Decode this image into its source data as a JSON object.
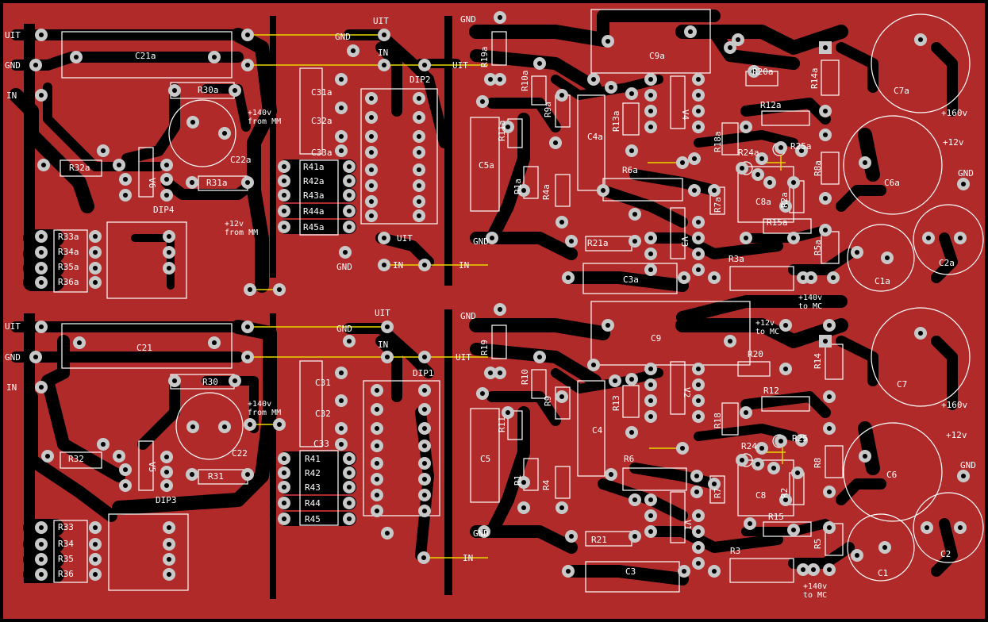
{
  "colors": {
    "copper": "#b02a2a",
    "isolation": "#000000",
    "pad": "#c8c8c8",
    "silk": "#ffffff",
    "airwire": "#e8d800"
  },
  "left_top": {
    "uit": "UIT",
    "gnd": "GND",
    "in": "IN",
    "c21": "C21a",
    "r30": "R30a",
    "cap_note": "+140v from MM",
    "c22": "C22a",
    "r32": "R32a",
    "v6": "V6",
    "r31": "R31a",
    "dip": "DIP4",
    "r33": "R33a",
    "r34": "R34a",
    "r35": "R35a",
    "r36": "R36a",
    "note12": "+12v from MM"
  },
  "left_bot": {
    "uit": "UIT",
    "gnd": "GND",
    "in": "IN",
    "c21": "C21",
    "r30": "R30",
    "cap_note": "+140v from MM",
    "c22": "C22",
    "r32": "R32",
    "v5": "V5",
    "r31": "R31",
    "dip": "DIP3",
    "r33": "R33",
    "r34": "R34",
    "r35": "R35",
    "r36": "R36"
  },
  "mid_top": {
    "uit": "UIT",
    "gnd": "GND",
    "in": "IN",
    "uit2": "UIT",
    "dip": "DIP2",
    "c31": "C31a",
    "c32": "C32a",
    "c33": "C33a",
    "r41": "R41a",
    "r42": "R42a",
    "r43": "R43a",
    "r44": "R44a",
    "r45": "R45a",
    "uit3": "UIT",
    "gnd2": "GND",
    "in2": "IN",
    "in3": "IN"
  },
  "mid_bot": {
    "uit": "UIT",
    "gnd": "GND",
    "in": "IN",
    "uit2": "UIT",
    "dip": "DIP1",
    "c31": "C31",
    "c32": "C32",
    "c33": "C33",
    "r41": "R41",
    "r42": "R42",
    "r43": "R43",
    "r44": "R44",
    "r45": "R45",
    "in3": "IN"
  },
  "right_top": {
    "gnd": "GND",
    "r19": "R19a",
    "r10": "R10a",
    "r11": "R11a",
    "r9": "R9a",
    "c5": "C5a",
    "r1": "R1a",
    "r4": "R4a",
    "c9": "C9a",
    "c4": "C4a",
    "r13": "R13a",
    "v4": "V4",
    "r20": "R20a",
    "r12": "R12a",
    "r18": "R18a",
    "r24": "R24a",
    "r25": "R25a",
    "r6": "R6a",
    "r7": "R7a",
    "c8": "C8a",
    "r2": "R2a",
    "r15": "R15a",
    "v3": "V3",
    "r21": "R21a",
    "gnd2": "GND",
    "c3": "C3a",
    "r3": "R3a",
    "r5": "R5a",
    "r8": "R8a",
    "r14": "R14a",
    "c7": "C7a",
    "c6": "C6a",
    "c2": "C2a",
    "c1": "C1a",
    "p160": "+160v",
    "p12": "+12v",
    "gnd3": "GND",
    "p140": "+140v to MC"
  },
  "right_bot": {
    "gnd": "GND",
    "r19": "R19",
    "r10": "R10",
    "r11": "R11",
    "r9": "R9",
    "c5": "C5",
    "r1": "R1",
    "r4": "R4",
    "c9": "C9",
    "c4": "C4",
    "r13": "R13",
    "v2": "V2",
    "r20": "R20",
    "r12": "R12",
    "r18": "R18",
    "r24": "R24",
    "r25": "R25",
    "r6": "R6",
    "r7": "R7",
    "c8": "C8",
    "r2": "R2",
    "r15": "R15",
    "v1": "V1",
    "r21": "R21",
    "gnd2": "GND",
    "c3": "C3",
    "r3": "R3",
    "r5": "R5",
    "r8": "R8",
    "r14": "R14",
    "c7": "C7",
    "c6": "C6",
    "c2": "C2",
    "c1": "C1",
    "p160": "+160v",
    "p12": "+12v",
    "gnd3": "GND",
    "p140": "+140v to MC",
    "p12b": "+12v to MC"
  }
}
